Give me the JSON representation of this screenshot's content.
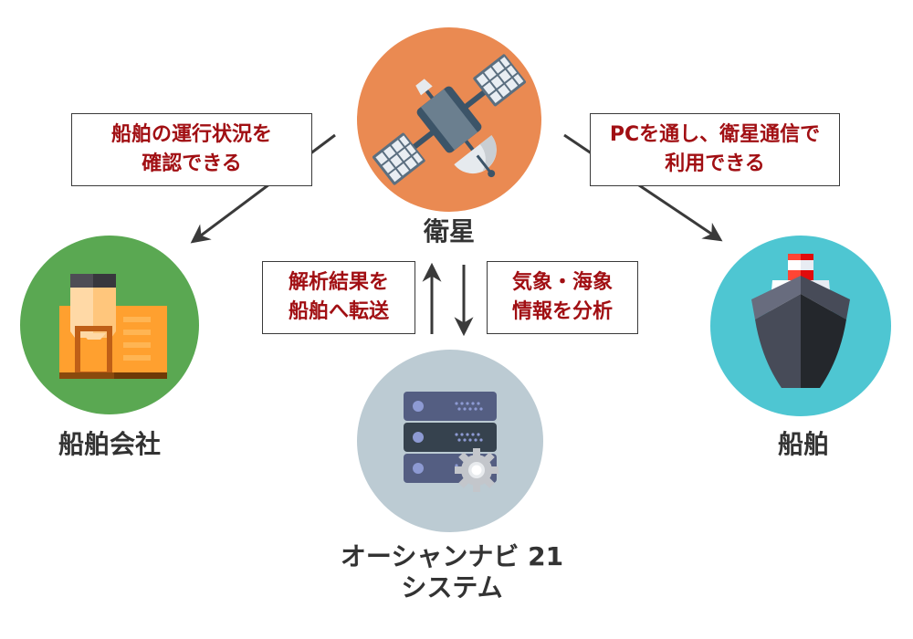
{
  "nodes": {
    "satellite": {
      "label": "衛星",
      "color": "#ea8a52",
      "icon": "satellite-icon"
    },
    "shipping_company": {
      "label": "船舶会社",
      "color": "#5aa852",
      "icon": "building-icon"
    },
    "ship": {
      "label": "船舶",
      "color": "#4ec6d2",
      "icon": "ship-icon"
    },
    "system": {
      "label_line1": "オーシャンナビ 21",
      "label_line2": "システム",
      "color": "#bccbd3",
      "icon": "server-gear-icon"
    }
  },
  "notes": {
    "to_company": {
      "line1": "船舶の運行状況を",
      "line2": "確認できる"
    },
    "to_ship": {
      "line1": "PCを通し、衛星通信で",
      "line2": "利用できる"
    },
    "system_to_satellite": {
      "line1": "解析結果を",
      "line2": "船舶へ転送"
    },
    "satellite_to_system": {
      "line1": "気象・海象",
      "line2": "情報を分析"
    }
  },
  "colors": {
    "note_text": "#a10f13",
    "arrow": "#3a3a3a",
    "label_text": "#333333"
  }
}
